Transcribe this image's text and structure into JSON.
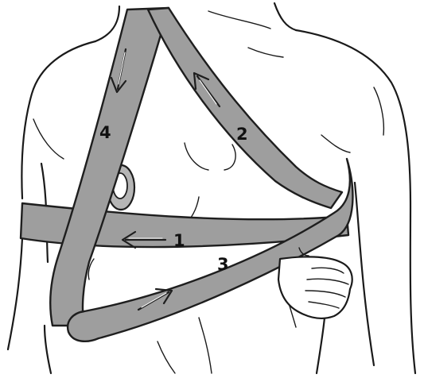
{
  "colors": {
    "background": "#ffffff",
    "skin": "#ffffff",
    "outline": "#1a1a1a",
    "bandage": "#9e9e9e",
    "arrow_fill": "#ffffff"
  },
  "labels": {
    "turn_1": "1",
    "turn_2": "2",
    "turn_3": "3",
    "turn_4": "4"
  },
  "icons": {
    "arrow_1": "arrow-left-icon",
    "arrow_2": "arrow-up-left-icon",
    "arrow_3": "arrow-up-right-icon",
    "arrow_4": "arrow-down-icon"
  }
}
